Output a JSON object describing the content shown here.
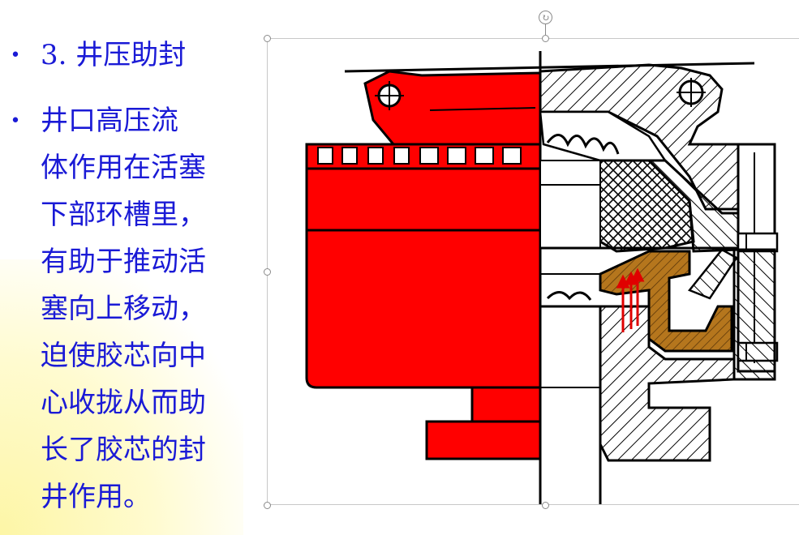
{
  "slide": {
    "bullet_glyph": "•",
    "heading": "3. 井压助封",
    "body_lines": [
      "  井口高压流",
      "体作用在活塞",
      "下部环槽里，",
      "有助于推动活",
      "塞向上移动，",
      "迫使胶芯向中",
      "心收拢从而助",
      "长了胶芯的封",
      "井作用。"
    ]
  },
  "selection": {
    "rotate_icon": "rotate-icon"
  },
  "colors": {
    "text": "#1a1ad6",
    "piston_red": "#ff0000",
    "rubber_brown": "#b5761d",
    "arrow_red": "#e00000"
  }
}
